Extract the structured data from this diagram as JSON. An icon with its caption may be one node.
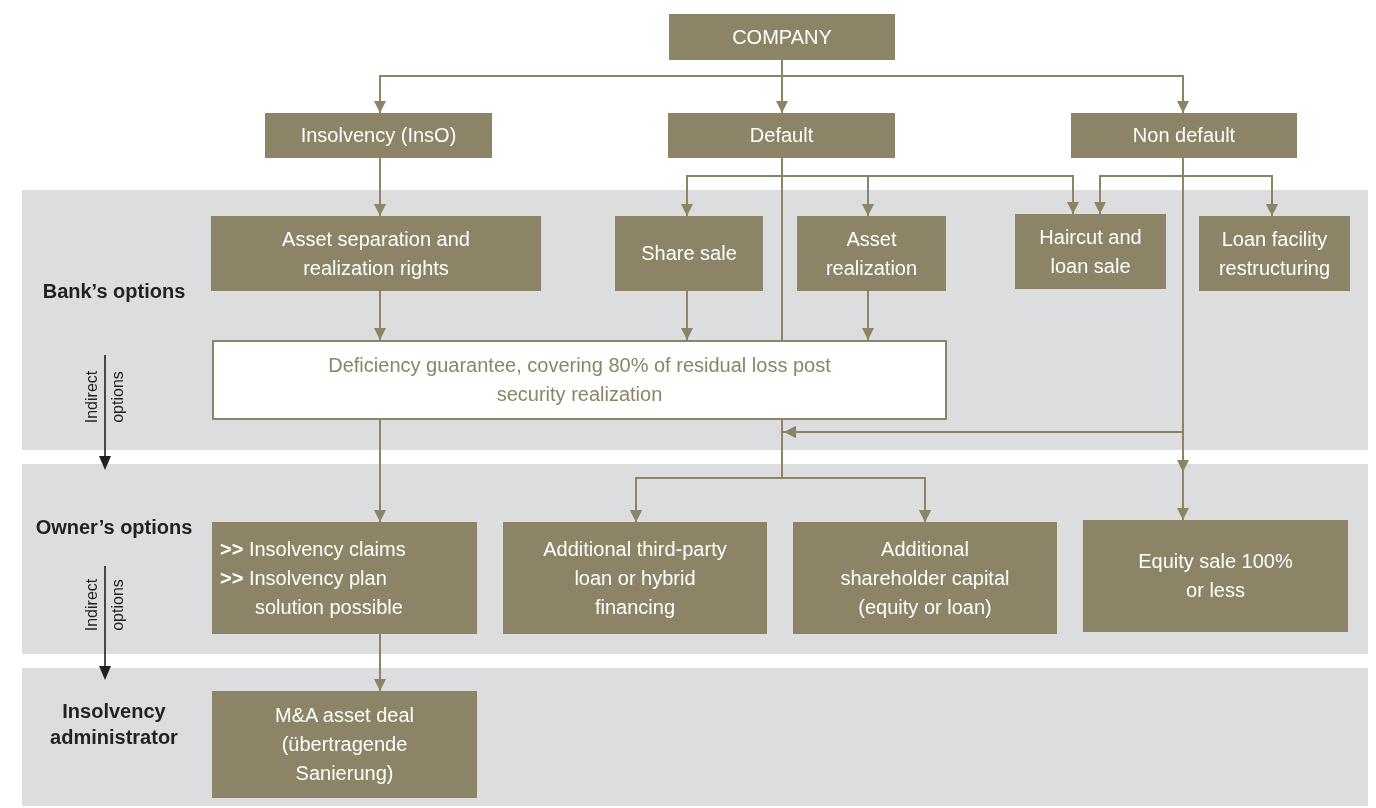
{
  "diagram": {
    "nodes": [
      {
        "text": [
          "COMPANY"
        ]
      },
      {
        "text": [
          "Insolvency (InsO)"
        ]
      },
      {
        "text": [
          "Default"
        ]
      },
      {
        "text": [
          "Non default"
        ]
      },
      {
        "text": [
          "Bank’s options"
        ]
      },
      {
        "text": [
          "Asset separation and realization rights"
        ],
        "in": 4
      },
      {
        "text": [
          "Share sale"
        ],
        "in": 4
      },
      {
        "text": [
          "Asset realization"
        ],
        "in": 4
      },
      {
        "text": [
          "Haircut and loan sale"
        ],
        "in": 4
      },
      {
        "text": [
          "Loan facility restructuring"
        ],
        "in": 4
      },
      {
        "text": [
          "Deficiency guarantee, covering 80% of residual loss post security realization"
        ],
        "in": 4
      },
      {
        "text": [
          "Owner’s options"
        ]
      },
      {
        "text": [
          "**>>** Insolvency claims",
          "**>>** Insolvency plan solution possible"
        ],
        "in": 11
      },
      {
        "text": [
          "Additional third-party loan or hybrid financing"
        ],
        "in": 11
      },
      {
        "text": [
          "Additional shareholder capital (equity or loan)"
        ],
        "in": 11
      },
      {
        "text": [
          "Equity sale 100% or less"
        ],
        "in": 11
      },
      {
        "text": [
          "Insolvency administrator"
        ]
      },
      {
        "text": [
          "M&A asset deal (übertragende Sanierung)"
        ],
        "in": 16
      }
    ],
    "edges": [
      {
        "from": 0,
        "to": 1,
        "arrow": "to"
      },
      {
        "from": 0,
        "to": 2,
        "arrow": "to"
      },
      {
        "from": 0,
        "to": 3,
        "arrow": "to"
      },
      {
        "from": 1,
        "to": 5,
        "arrow": "to"
      },
      {
        "from": 2,
        "to": 6,
        "arrow": "to"
      },
      {
        "from": 2,
        "to": 7,
        "arrow": "to"
      },
      {
        "from": 2,
        "to": 8,
        "arrow": "to"
      },
      {
        "from": 3,
        "to": 8,
        "arrow": "to"
      },
      {
        "from": 3,
        "to": 9,
        "arrow": "to"
      },
      {
        "from": 5,
        "to": 10,
        "arrow": "to"
      },
      {
        "from": 6,
        "to": 10,
        "arrow": "to"
      },
      {
        "from": 7,
        "to": 10,
        "arrow": "to"
      },
      {
        "from": 2,
        "to": 10,
        "arrow": "none"
      },
      {
        "from": 10,
        "to": 12,
        "arrow": "to"
      },
      {
        "from": 10,
        "to": 13,
        "arrow": "to"
      },
      {
        "from": 10,
        "to": 14,
        "arrow": "to"
      },
      {
        "from": 3,
        "to": 13,
        "arrow": "to"
      },
      {
        "from": 3,
        "to": 14,
        "arrow": "to"
      },
      {
        "from": 3,
        "to": 15,
        "arrow": "to"
      },
      {
        "from": 12,
        "to": 17,
        "arrow": "to"
      }
    ],
    "labels": [
      "Indirect",
      "options",
      "Indirect",
      "options"
    ]
  }
}
